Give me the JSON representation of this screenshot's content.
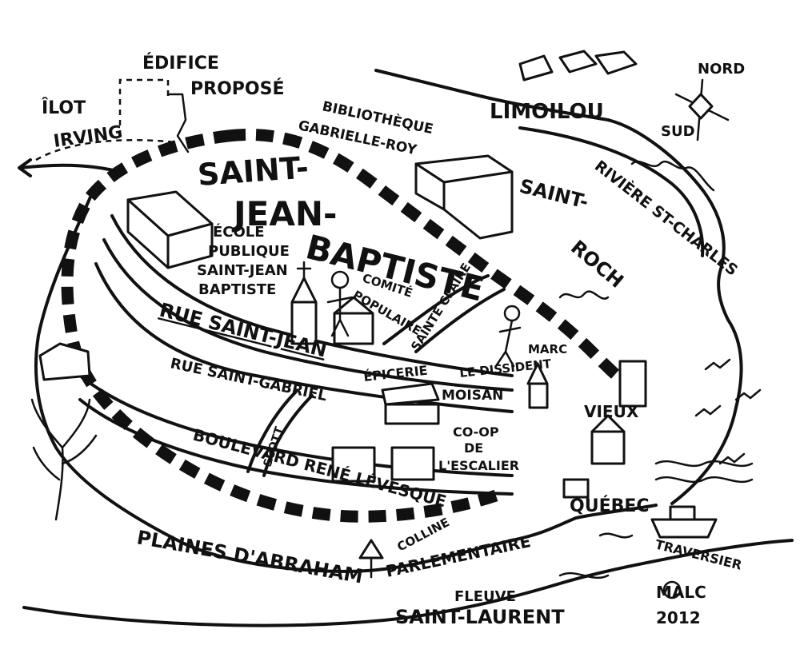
{
  "compass": {
    "north": "NORD",
    "south": "SUD"
  },
  "neighbourhoods": {
    "main": [
      "SAINT-",
      "JEAN-",
      "BAPTISTE"
    ],
    "limoilou": "LIMOILOU",
    "saint_roch": [
      "SAINT-",
      "ROCH"
    ],
    "vieux_quebec": [
      "VIEUX",
      "QUÉBEC"
    ]
  },
  "places": {
    "ilot": "ÎLOT",
    "irving": "IRVING",
    "edifice": "ÉDIFICE",
    "propose": "PROPOSÉ",
    "bibliotheque": [
      "BIBLIOTHÈQUE",
      "GABRIELLE-ROY"
    ],
    "ecole": [
      "ÉCOLE",
      "PUBLIQUE",
      "SAINT-JEAN",
      "BAPTISTE"
    ],
    "comite": [
      "COMITÉ",
      "POPULAIRE"
    ],
    "marc": [
      "MARC",
      "LE DISSIDENT"
    ],
    "epicerie": [
      "ÉPICERIE",
      "MOISAN"
    ],
    "coop": [
      "CO-OP",
      "DE",
      "L'ESCALIER"
    ],
    "colline": [
      "COLLINE",
      "PARLEMENTAIRE"
    ],
    "plaines": "PLAINES D'ABRAHAM",
    "traversier": "TRAVERSIER"
  },
  "streets": {
    "rue_saint_jean": "RUE SAINT-JEAN",
    "rue_saint_gabriel": "RUE SAINT-GABRIEL",
    "boulevard": "BOULEVARD RENÉ LÉVESQUE",
    "scott": "SCOTT",
    "sainte_claire": "SAINTE CLAIRE"
  },
  "water": {
    "riviere": "RIVIÈRE ST-CHARLES",
    "fleuve": [
      "FLEUVE",
      "SAINT-LAURENT"
    ]
  },
  "signature": {
    "name": "MALC",
    "year": "2012"
  }
}
